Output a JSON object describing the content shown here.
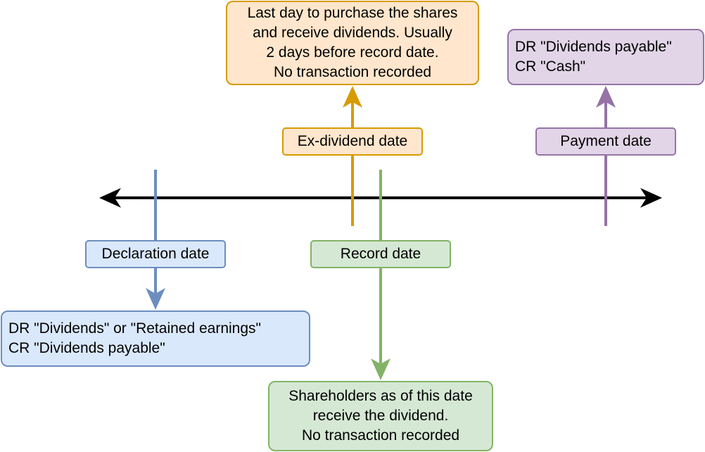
{
  "timeline": {
    "declaration": {
      "label": "Declaration date",
      "note_lines": [
        "DR \"Dividends\" or \"Retained earnings\"",
        "CR \"Dividends payable\""
      ],
      "color": "#6c8ebf",
      "fill": "#dae8fc"
    },
    "ex_dividend": {
      "label": "Ex-dividend date",
      "note_lines": [
        "Last day to purchase the shares",
        "and receive dividends.  Usually",
        "2 days before record date.",
        "No transaction recorded"
      ],
      "color": "#d79b00",
      "fill": "#ffe6cc"
    },
    "record": {
      "label": "Record date",
      "note_lines": [
        "Shareholders as of this date",
        "receive the dividend.",
        "No transaction recorded"
      ],
      "color": "#82b366",
      "fill": "#d5e8d4"
    },
    "payment": {
      "label": "Payment date",
      "note_lines": [
        "DR \"Dividends payable\"",
        "CR \"Cash\""
      ],
      "color": "#9673a6",
      "fill": "#e1d5e7"
    }
  }
}
